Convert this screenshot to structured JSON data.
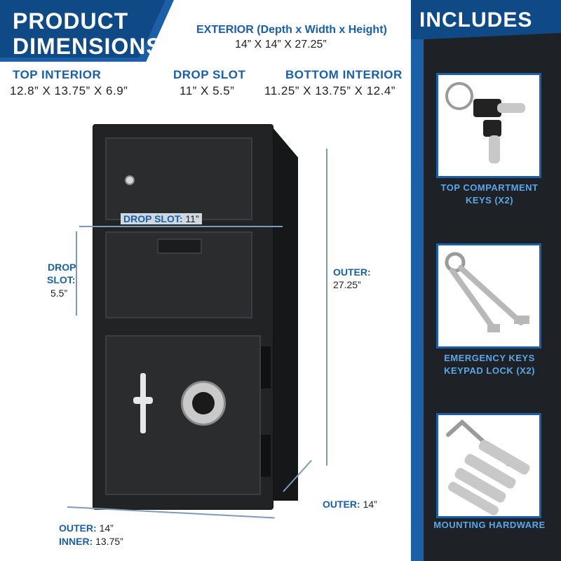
{
  "header": {
    "title_line1": "PRODUCT",
    "title_line2": "DIMENSIONS",
    "exterior_label": "EXTERIOR (Depth x Width x Height)",
    "exterior_value": "14” X 14” X 27.25”"
  },
  "dimensions": {
    "top_interior": {
      "label": "TOP INTERIOR",
      "value": "12.8” X 13.75” X 6.9”"
    },
    "drop_slot": {
      "label": "DROP SLOT",
      "value": "11” X 5.5”"
    },
    "bottom_interior": {
      "label": "BOTTOM INTERIOR",
      "value": "11.25” X 13.75” X 12.4”"
    }
  },
  "callouts": {
    "drop_slot_width_label": "DROP SLOT:",
    "drop_slot_width_value": "11”",
    "drop_slot_height_label_1": "DROP",
    "drop_slot_height_label_2": "SLOT:",
    "drop_slot_height_value": "5.5”",
    "outer_height_label": "OUTER:",
    "outer_height_value": "27.25”",
    "outer_depth_label": "OUTER:",
    "outer_depth_value": "14”",
    "outer_width_label": "OUTER:",
    "outer_width_value": "14”",
    "inner_width_label": "INNER:",
    "inner_width_value": "13.75”"
  },
  "includes": {
    "title": "INCLUDES",
    "items": [
      {
        "line1": "TOP COMPARTMENT",
        "line2": "KEYS (X2)"
      },
      {
        "line1": "EMERGENCY KEYS",
        "line2": "KEYPAD LOCK (X2)"
      },
      {
        "line1": "MOUNTING HARDWARE",
        "line2": ""
      }
    ]
  },
  "colors": {
    "accent": "#1a5fa8",
    "accent_dark": "#0f4a86",
    "panel": "#1e2226",
    "safe": "#212325"
  }
}
